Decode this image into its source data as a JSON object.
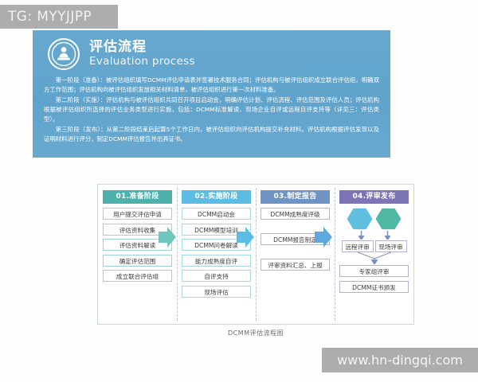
{
  "watermarks": {
    "tg_tag": "TG: MYYJJPP",
    "site": "www.hn-dingqi.com"
  },
  "banner": {
    "icon": "stamp-seal-icon",
    "title_cn": "评估流程",
    "title_en": "Evaluation process",
    "background_color": "#63a6cd",
    "paragraphs": [
      "第一阶段（准备）：被评估组织填写DCMM评估申请表并签署技术服务合同；评估机构与被评估组织成立联合评估组，明确双方工作范围；评估机构向被评估组织发放相关材料清单，被评估组织进行第一次材料准备。",
      "第二阶段（实施）：评估机构与被评估组织共同召开项目启动会，明确评估计划、评估流程、评估范围及评估人员；评估机构根据被评估组织所选择的评估业务类型进行实施，包括：DCMM标准解读、现场企业自评或远程自评支持等（详见三：评估类型）。",
      "第三阶段（发布）：从第二阶段结束后起算5个工作日内，被评估组织向评估机构提交补充材料。评估机构根据评估发现以及证明材料进行评分，制定DCMM评估报告并出具证书。"
    ]
  },
  "flow_diagram": {
    "caption": "DCMM评估流程图",
    "columns": [
      {
        "header": "01.准备阶段",
        "header_color": "#4db2ac",
        "border_color": "#9fd2d4",
        "items": [
          "用户提交评估申请",
          "评估资料收集",
          "评估资料解读",
          "确定评估范围",
          "成立联合评估组"
        ]
      },
      {
        "header": "02.实施阶段",
        "header_color": "#5bbde3",
        "border_color": "#a9d7ea",
        "items": [
          "DCMM启动会",
          "DCMM模型培训",
          "DCMM问卷解读",
          "能力成熟度自评",
          "自评支持",
          "现场评估"
        ]
      },
      {
        "header": "03.制定报告",
        "header_color": "#6f93c4",
        "border_color": "#a7bcd8",
        "items": [
          "DCMM成熟度评级",
          "DCMM报告制定",
          "评审资料汇总、上报"
        ]
      },
      {
        "header": "04.评审发布",
        "header_color": "#7b74b5",
        "border_color": "#b3b3cf",
        "hexagons": [
          {
            "name": "hexagon-blue",
            "color": "#5fc0e2"
          },
          {
            "name": "hexagon-green",
            "color": "#4fb8a4"
          }
        ],
        "review_branches": [
          "远程评审",
          "现场评审"
        ],
        "items": [
          "专家组评审",
          "DCMM证书颁发"
        ]
      }
    ],
    "arrow_color": "#5bbde3",
    "arrow_color_first": "#6ec6bd"
  }
}
